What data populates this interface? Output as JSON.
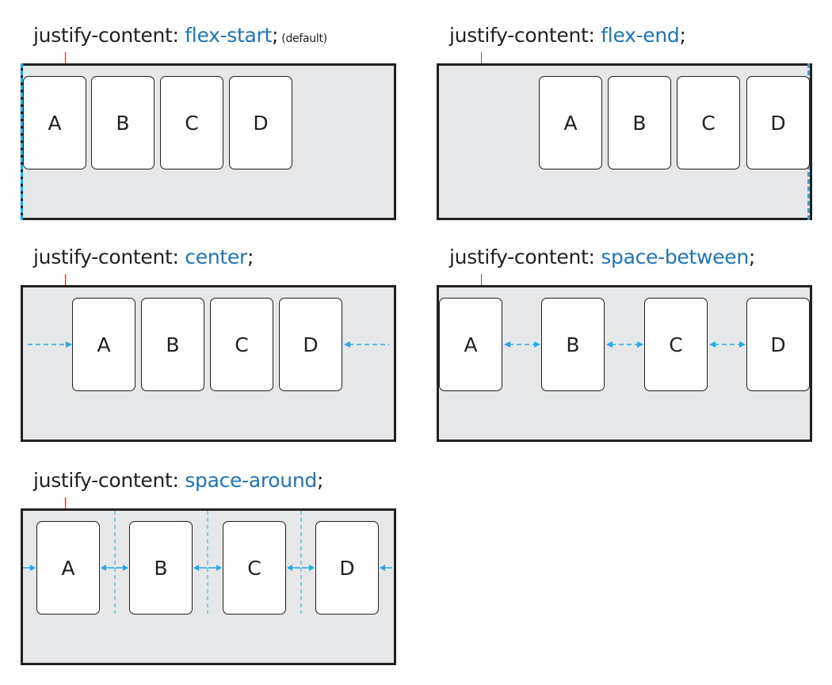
{
  "accent_color": "#1d75bc",
  "guide_color": "#27aae1",
  "panels": [
    {
      "property": "justify-content: ",
      "value": "flex-start",
      "semicolon": ";",
      "note": " (default)",
      "items": [
        "A",
        "B",
        "C",
        "D"
      ]
    },
    {
      "property": "justify-content: ",
      "value": "flex-end",
      "semicolon": ";",
      "note": "",
      "items": [
        "A",
        "B",
        "C",
        "D"
      ]
    },
    {
      "property": "justify-content: ",
      "value": "center",
      "semicolon": ";",
      "note": "",
      "items": [
        "A",
        "B",
        "C",
        "D"
      ]
    },
    {
      "property": "justify-content: ",
      "value": "space-between",
      "semicolon": ";",
      "note": "",
      "items": [
        "A",
        "B",
        "C",
        "D"
      ]
    },
    {
      "property": "justify-content: ",
      "value": "space-around",
      "semicolon": ";",
      "note": "",
      "items": [
        "A",
        "B",
        "C",
        "D"
      ]
    }
  ]
}
